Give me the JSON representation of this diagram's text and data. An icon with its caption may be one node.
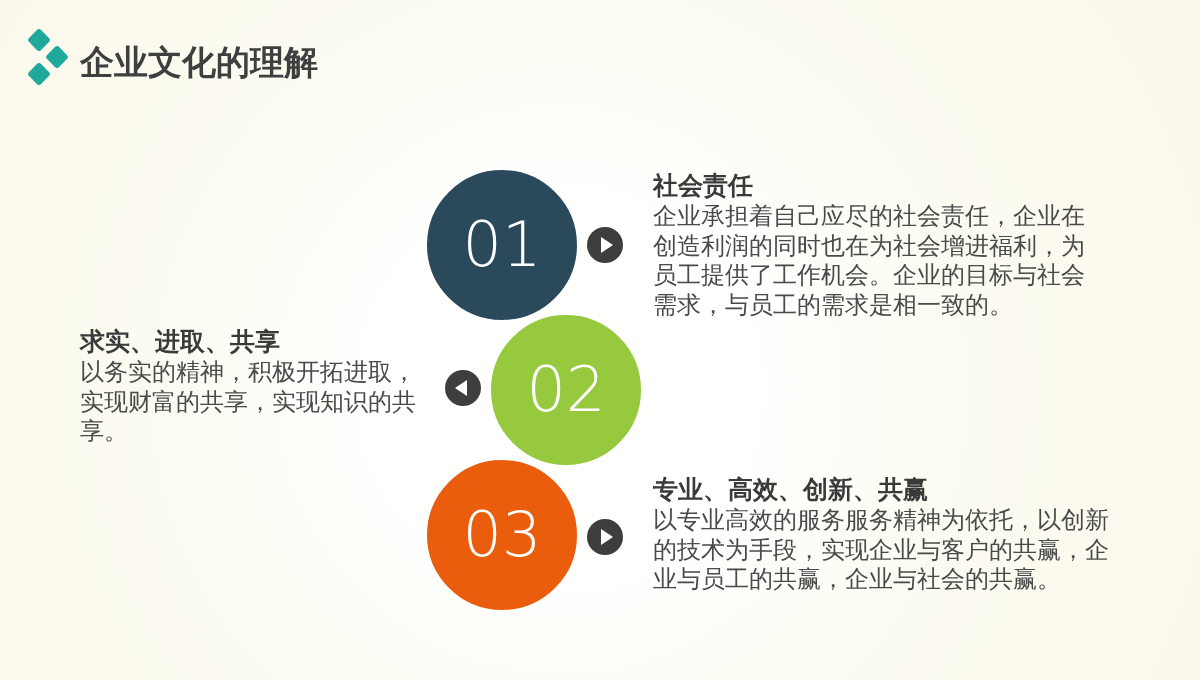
{
  "diagram": {
    "title": "企业文化的理解",
    "nodes": [
      {
        "text": [
          "01"
        ],
        "beside": [
          "社会责任",
          "企业承担着自己应尽的社会责任，企业在创造利润的同时也在为社会增进福利，为员工提供了工作机会。企业的目标与社会需求，与员工的需求是相一致的。"
        ]
      },
      {
        "text": [
          "02"
        ],
        "beside": [
          "求实、进取、共享",
          "以务实的精神，积极开拓进取，实现财富的共享，实现知识的共享。"
        ]
      },
      {
        "text": [
          "03"
        ],
        "beside": [
          "专业、高效、创新、共赢",
          "以专业高效的服务服务精神为依托，以创新的技术为手段，实现企业与客户的共赢，企业与员工的共赢，企业与社会的共赢。"
        ]
      }
    ]
  }
}
